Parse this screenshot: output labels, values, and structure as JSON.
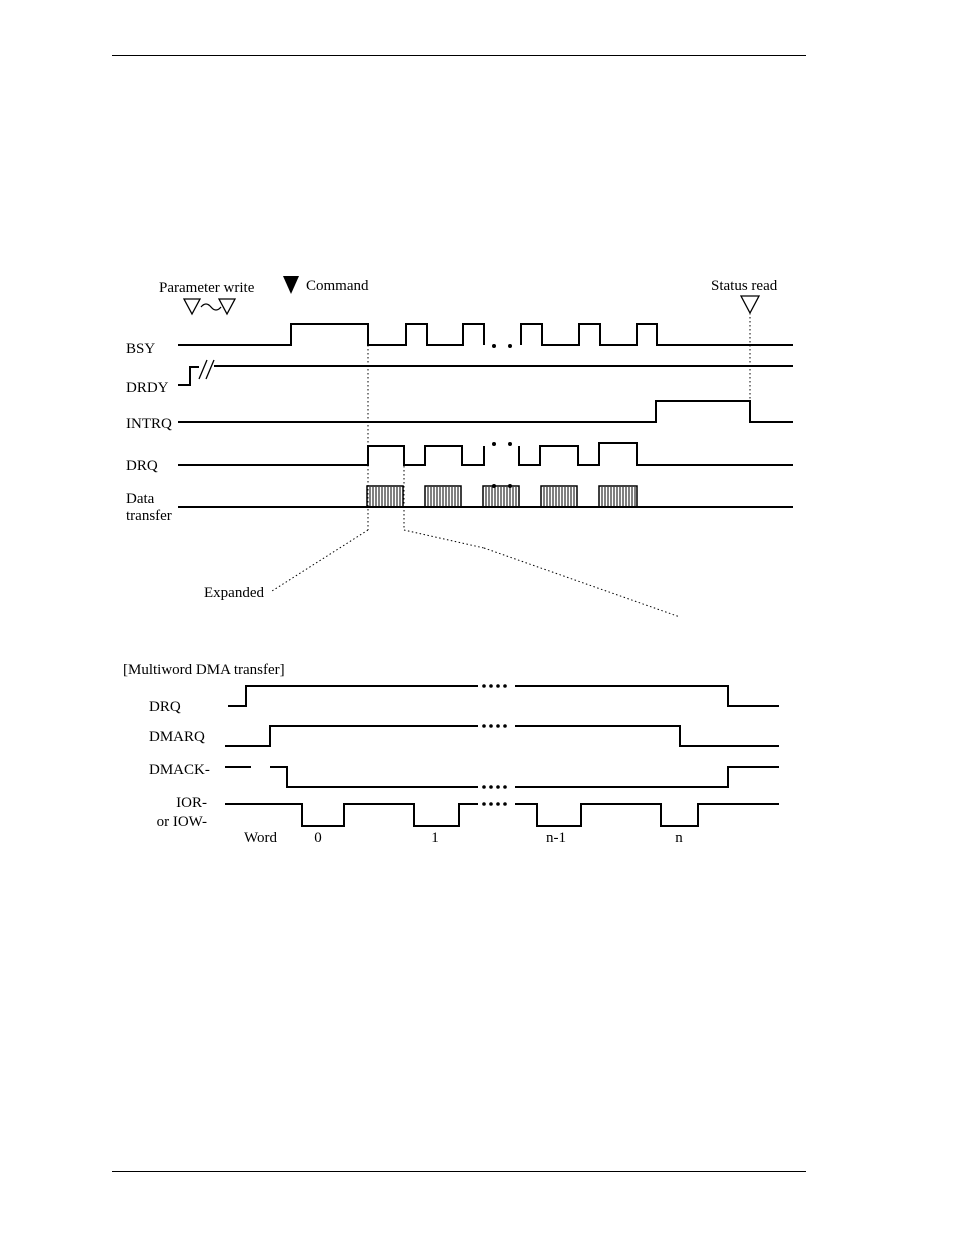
{
  "top_diagram": {
    "annotations": {
      "parameter_write": "Parameter write",
      "command": "Command",
      "status_read": "Status read",
      "expanded": "Expanded"
    },
    "signals": {
      "bsy": "BSY",
      "drdy": "DRDY",
      "intrq": "INTRQ",
      "drq": "DRQ",
      "data_transfer_line1": "Data",
      "data_transfer_line2": "transfer"
    }
  },
  "bottom_diagram": {
    "title": "[Multiword DMA transfer]",
    "signals": {
      "drq": "DRQ",
      "dmarq": "DMARQ",
      "dmack": "DMACK-",
      "ior_line1": "IOR-",
      "ior_line2": "or IOW-"
    },
    "word_label": "Word",
    "word_indices": [
      "0",
      "1",
      "n-1",
      "n"
    ]
  }
}
